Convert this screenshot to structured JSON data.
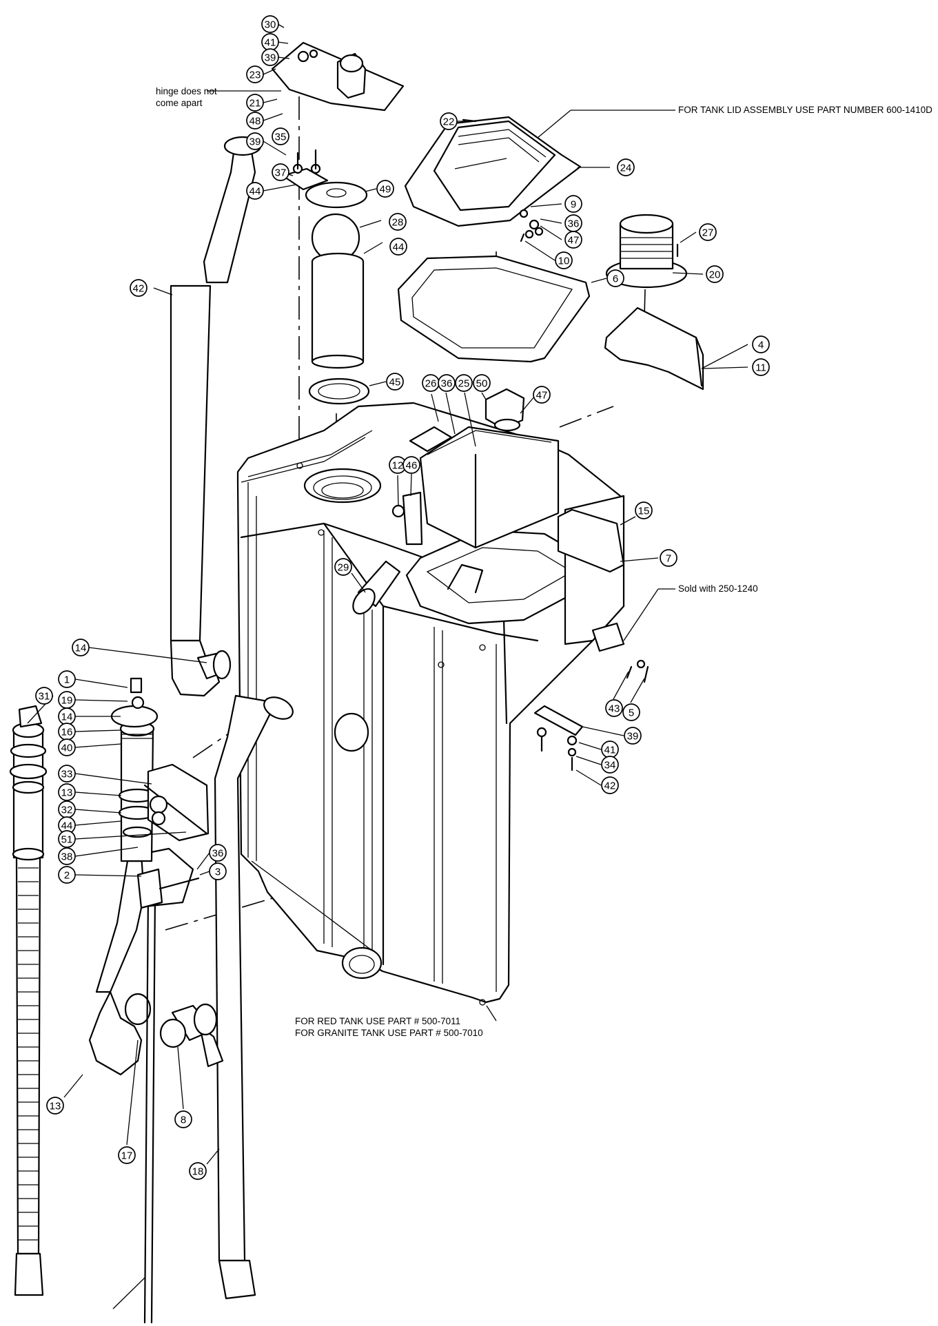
{
  "notes": {
    "hinge_line1": "hinge does not",
    "hinge_line2": "come apart",
    "lid_assembly": "FOR TANK LID ASSEMBLY USE PART NUMBER 600-1410D",
    "sold_with": "Sold with 250-1240",
    "red_tank": "FOR RED TANK USE PART # 500-7011",
    "granite_tank": "FOR GRANITE TANK USE PART # 500-7010"
  },
  "callouts": [
    {
      "label": "30"
    },
    {
      "label": "41"
    },
    {
      "label": "39"
    },
    {
      "label": "23"
    },
    {
      "label": "21"
    },
    {
      "label": "48"
    },
    {
      "label": "35"
    },
    {
      "label": "39"
    },
    {
      "label": "37"
    },
    {
      "label": "44"
    },
    {
      "label": "22"
    },
    {
      "label": "24"
    },
    {
      "label": "49"
    },
    {
      "label": "9"
    },
    {
      "label": "36"
    },
    {
      "label": "47"
    },
    {
      "label": "10"
    },
    {
      "label": "28"
    },
    {
      "label": "44"
    },
    {
      "label": "27"
    },
    {
      "label": "20"
    },
    {
      "label": "6"
    },
    {
      "label": "42"
    },
    {
      "label": "4"
    },
    {
      "label": "11"
    },
    {
      "label": "45"
    },
    {
      "label": "26"
    },
    {
      "label": "36"
    },
    {
      "label": "25"
    },
    {
      "label": "50"
    },
    {
      "label": "47"
    },
    {
      "label": "12"
    },
    {
      "label": "46"
    },
    {
      "label": "15"
    },
    {
      "label": "7"
    },
    {
      "label": "29"
    },
    {
      "label": "14"
    },
    {
      "label": "1"
    },
    {
      "label": "31"
    },
    {
      "label": "19"
    },
    {
      "label": "14"
    },
    {
      "label": "16"
    },
    {
      "label": "40"
    },
    {
      "label": "43"
    },
    {
      "label": "5"
    },
    {
      "label": "39"
    },
    {
      "label": "41"
    },
    {
      "label": "34"
    },
    {
      "label": "42"
    },
    {
      "label": "33"
    },
    {
      "label": "13"
    },
    {
      "label": "32"
    },
    {
      "label": "44"
    },
    {
      "label": "51"
    },
    {
      "label": "38"
    },
    {
      "label": "36"
    },
    {
      "label": "3"
    },
    {
      "label": "2"
    },
    {
      "label": "8"
    },
    {
      "label": "13"
    },
    {
      "label": "17"
    },
    {
      "label": "18"
    }
  ]
}
